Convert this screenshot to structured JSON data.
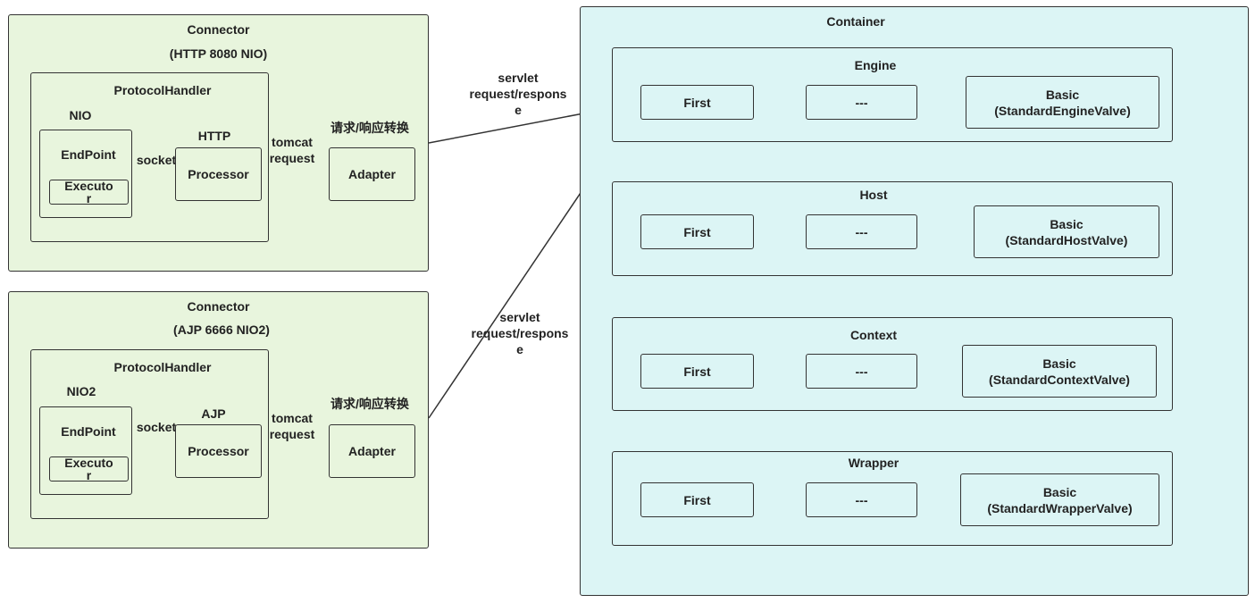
{
  "connectors": [
    {
      "title": "Connector",
      "subtitle": "(HTTP 8080 NIO)",
      "protocol_handler": "ProtocolHandler",
      "io_model": "NIO",
      "endpoint": "EndPoint",
      "executor": "Executo\nr",
      "socket": "socket",
      "processor_type": "HTTP",
      "processor": "Processor",
      "tomcat_request": "tomcat\nrequest",
      "conversion": "请求/响应转换",
      "adapter": "Adapter"
    },
    {
      "title": "Connector",
      "subtitle": "(AJP 6666 NIO2)",
      "protocol_handler": "ProtocolHandler",
      "io_model": "NIO2",
      "endpoint": "EndPoint",
      "executor": "Executo\nr",
      "socket": "socket",
      "processor_type": "AJP",
      "processor": "Processor",
      "tomcat_request": "tomcat\nrequest",
      "conversion": "请求/响应转换",
      "adapter": "Adapter"
    }
  ],
  "servlet_labels": [
    "servlet\nrequest/respons\ne",
    "servlet\nrequest/respons\ne"
  ],
  "container": {
    "title": "Container",
    "layers": [
      {
        "name": "Engine",
        "first": "First",
        "middle": "---",
        "basic": "Basic\n(StandardEngineValve)"
      },
      {
        "name": "Host",
        "first": "First",
        "middle": "---",
        "basic": "Basic\n(StandardHostValve)"
      },
      {
        "name": "Context",
        "first": "First",
        "middle": "---",
        "basic": "Basic\n(StandardContextValve)"
      },
      {
        "name": "Wrapper",
        "first": "First",
        "middle": "---",
        "basic": "Basic\n(StandardWrapperValve)"
      }
    ]
  }
}
